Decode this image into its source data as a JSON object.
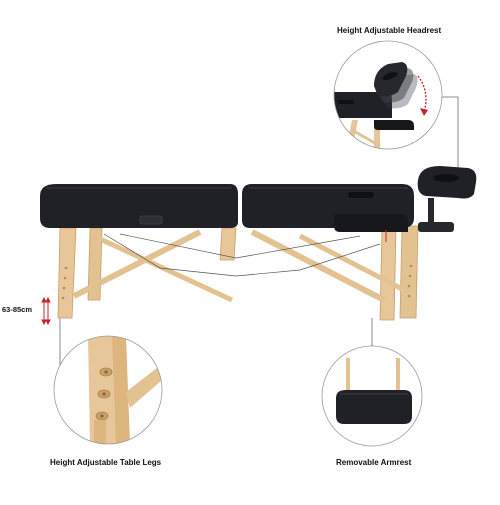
{
  "callouts": {
    "headrest": "Height Adjustable Headrest",
    "legs": "Height Adjustable Table Legs",
    "armrest": "Removable Armrest"
  },
  "height_range": "63-85cm",
  "colors": {
    "upholstery": "#1f2126",
    "wood": "#e7c79a",
    "wood_dark": "#c99e66",
    "accent_arrow": "#c8232c",
    "line": "#6b6b6b"
  },
  "icons": [
    "height-arrow-icon",
    "rotation-arrow-icon"
  ]
}
